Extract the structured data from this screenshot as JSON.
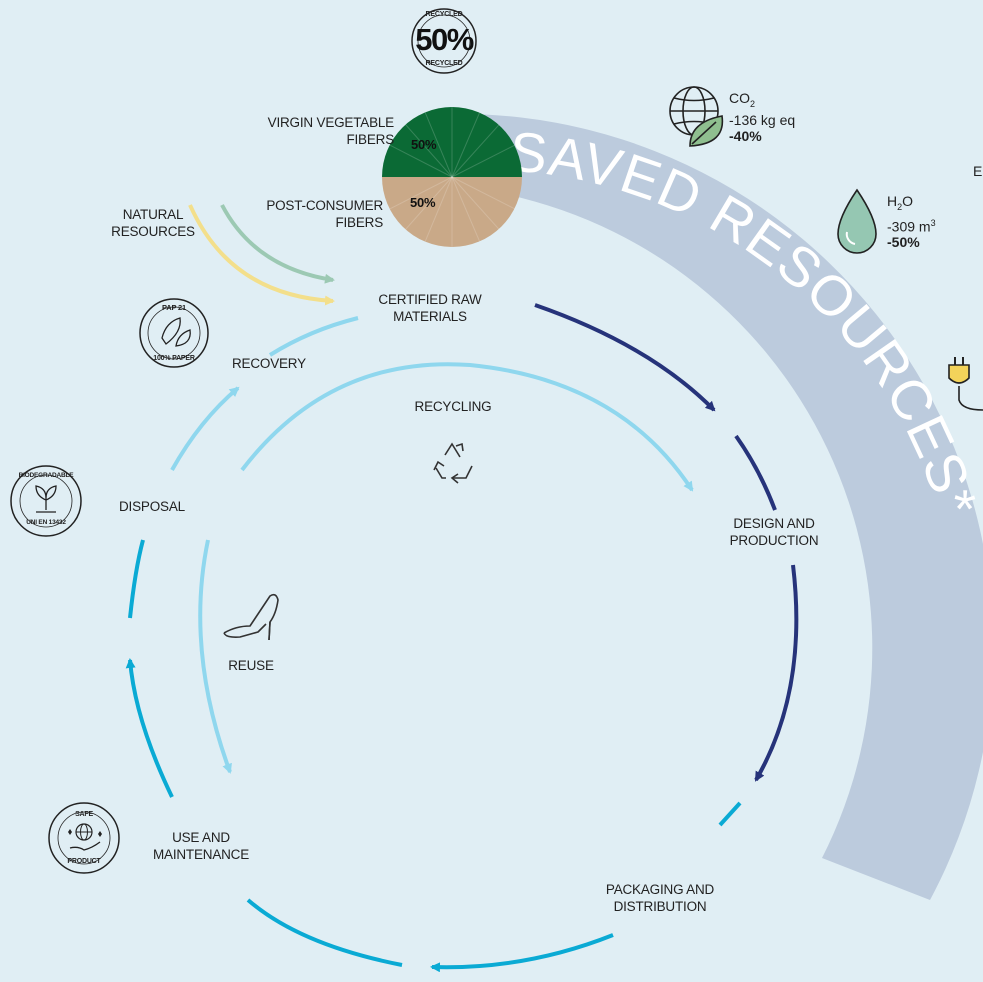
{
  "badge_recycled": {
    "percent": "50%",
    "top_text": "RECYCLED",
    "bottom_text": "RECYCLED"
  },
  "pie": {
    "segments": [
      {
        "label_line1": "VIRGIN VEGETABLE",
        "label_line2": "FIBERS",
        "value": "50%",
        "color": "#0b6a35"
      },
      {
        "label_line1": "POST-CONSUMER",
        "label_line2": "FIBERS",
        "value": "50%",
        "color": "#c9a988"
      }
    ]
  },
  "ring": {
    "title": "SAVED RESOURCES*",
    "color": "#bccbdd"
  },
  "stats": {
    "co2": {
      "title": "CO",
      "sub": "2",
      "value": "-136 kg eq",
      "percent": "-40%"
    },
    "h2o": {
      "title": "H",
      "sub": "2",
      "title_tail": "O",
      "value": "-309 m",
      "sup": "3",
      "percent": "-50%"
    },
    "energy_partial": "E"
  },
  "stages": {
    "natural_resources": {
      "line1": "NATURAL",
      "line2": "RESOURCES"
    },
    "certified": {
      "line1": "CERTIFIED RAW",
      "line2": "MATERIALS"
    },
    "recovery": "RECOVERY",
    "recycling": "RECYCLING",
    "disposal": "DISPOSAL",
    "design": {
      "line1": "DESIGN AND",
      "line2": "PRODUCTION"
    },
    "reuse": "REUSE",
    "use": {
      "line1": "USE AND",
      "line2": "MAINTENANCE"
    },
    "packaging": {
      "line1": "PACKAGING AND",
      "line2": "DISTRIBUTION"
    }
  },
  "badges": {
    "pap": {
      "top": "PAP 21",
      "bottom": "100% PAPER"
    },
    "bio": {
      "top": "BIODEGRADABLE",
      "bottom": "UNI EN 13432"
    },
    "safe": {
      "top": "SAFE",
      "bottom": "PRODUCT"
    }
  },
  "colors": {
    "dark_blue": "#26337a",
    "mid_blue": "#0aaad4",
    "light_blue": "#8fd7ee",
    "green_arrow": "#9cc9b3",
    "yellow_arrow": "#f3df8b",
    "leaf_green": "#8fbf8f",
    "drop_green": "#95c7b2"
  },
  "icons": [
    "globe-leaf-icon",
    "water-drop-icon",
    "plug-icon",
    "recycle-icon",
    "high-heel-shoe-icon"
  ]
}
